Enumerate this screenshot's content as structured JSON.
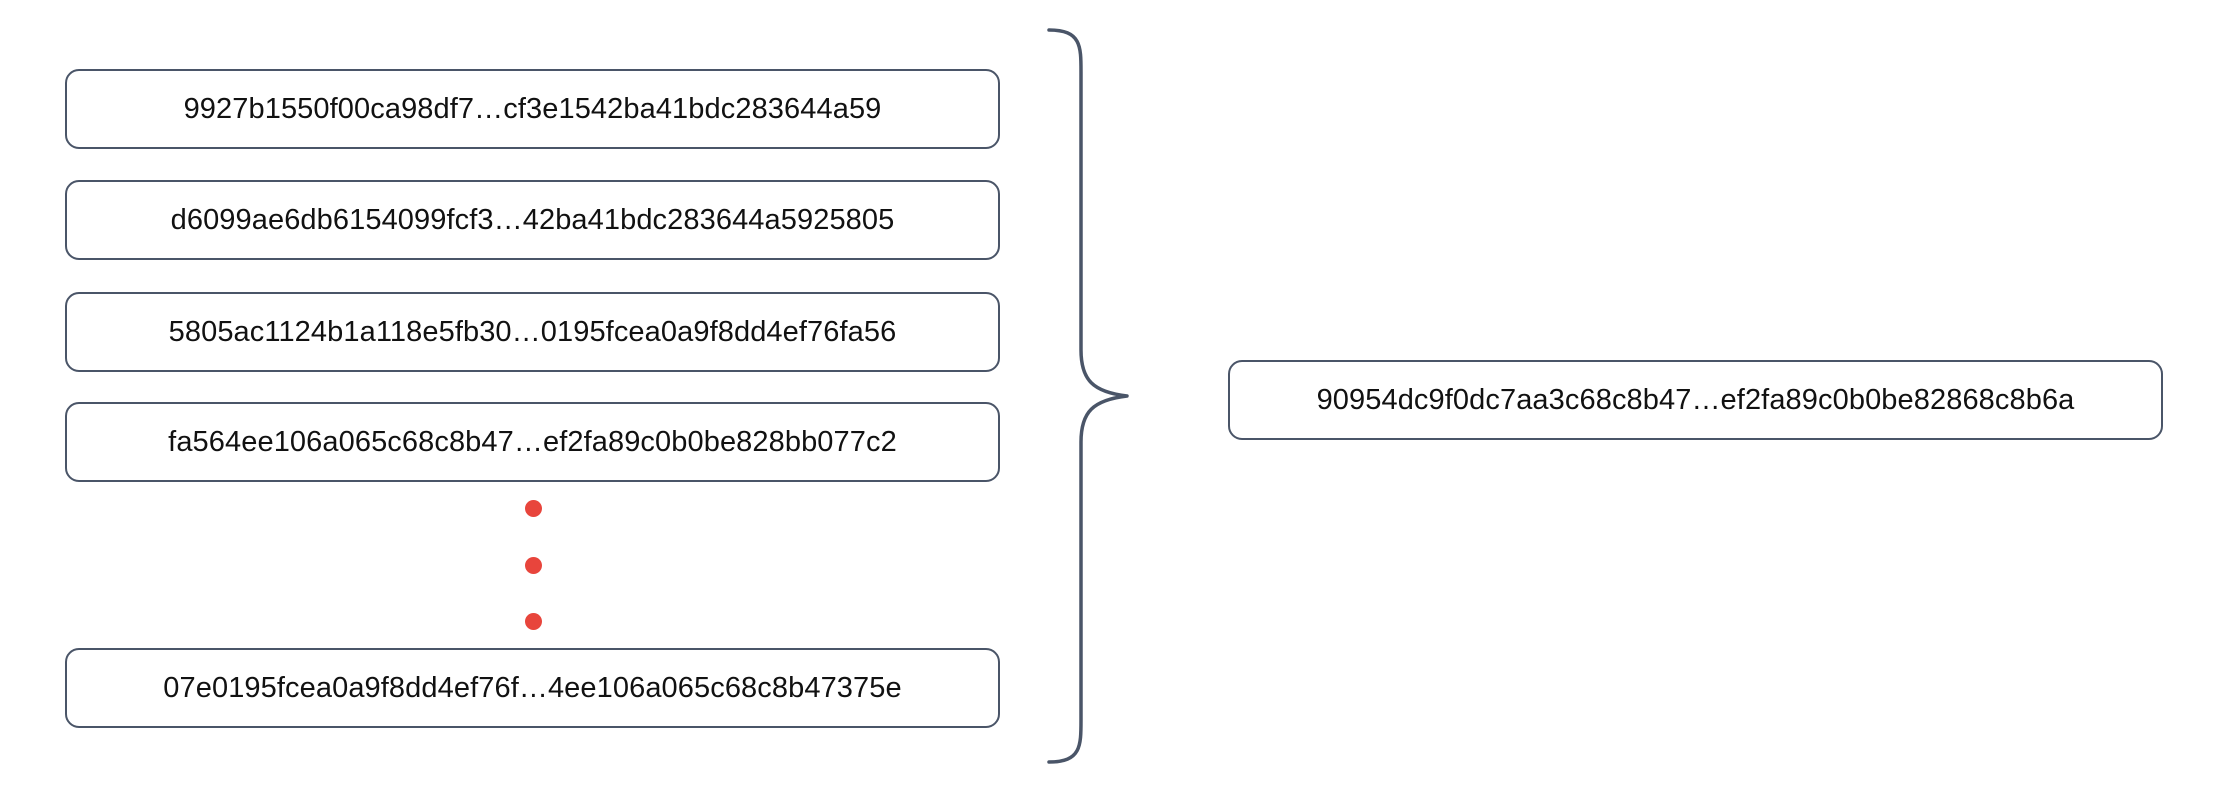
{
  "diagram": {
    "type": "hash-aggregation",
    "accent_color": "#e8453c",
    "box_border_color": "#4a5568",
    "brace_color": "#4a5568",
    "text_color": "#111111",
    "background": "#ffffff",
    "inputs": [
      {
        "hash": "9927b1550f00ca98df7…cf3e1542ba41bdc283644a59"
      },
      {
        "hash": "d6099ae6db6154099fcf3…42ba41bdc283644a5925805"
      },
      {
        "hash": "5805ac1124b1a118e5fb30…0195fcea0a9f8dd4ef76fa56"
      },
      {
        "hash": "fa564ee106a065c68c8b47…ef2fa89c0b0be828bb077c2"
      },
      {
        "hash": "07e0195fcea0a9f8dd4ef76f…4ee106a065c68c8b47375e"
      }
    ],
    "ellipsis": {
      "label": "vertical-ellipsis",
      "dot_count": 3
    },
    "output": {
      "hash": "90954dc9f0dc7aa3c68c8b47…ef2fa89c0b0be82868c8b6a"
    }
  }
}
